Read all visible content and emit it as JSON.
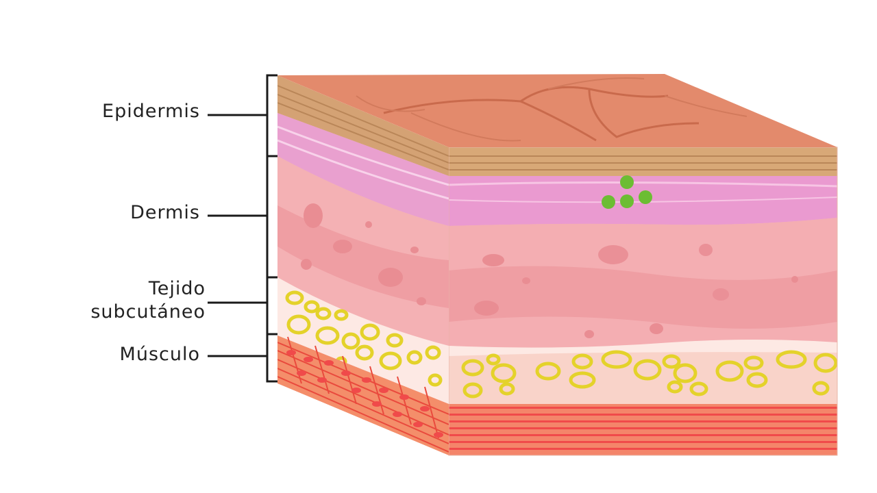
{
  "labels": {
    "epidermis": "Epidermis",
    "dermis": "Dermis",
    "tejido_line1": "Tejido",
    "tejido_line2": "subcutáneo",
    "musculo": "Músculo"
  },
  "colors": {
    "epidermis_top": "#e38a6c",
    "epidermis_lines": "#c66a4e",
    "stratum_band": "#c89a6f",
    "dermis_upper": "#e996cb",
    "dermis": "#f3b4b6",
    "dermis_dark": "#eea1a4",
    "subcutaneous": "#fbe6e2",
    "fat_cells": "#e2d52b",
    "muscle": "#f07a5a",
    "muscle_fibers": "#f04a4a",
    "green_cells": "#6cbd33",
    "bracket": "#1a1a1a"
  }
}
